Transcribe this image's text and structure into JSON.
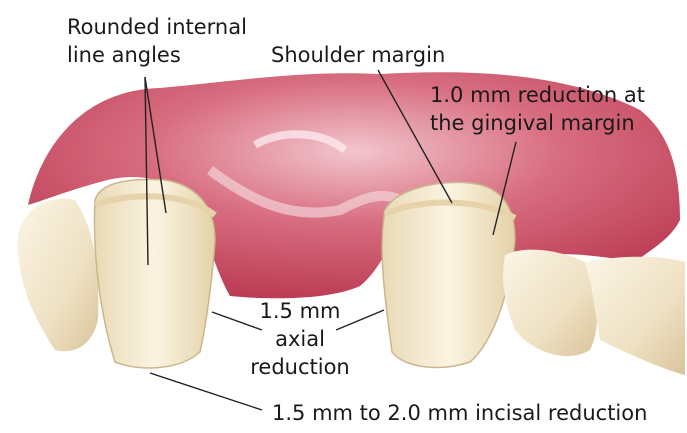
{
  "labels": {
    "rounded_line_1": "Rounded internal",
    "rounded_line_2": "line angles",
    "shoulder": "Shoulder margin",
    "reduction_gingival_1": "1.0 mm reduction at",
    "reduction_gingival_2": "the gingival margin",
    "axial_1": "1.5 mm",
    "axial_2": "axial",
    "axial_3": "reduction",
    "incisal": "1.5 mm to 2.0 mm incisal reduction"
  },
  "colors": {
    "gingiva": "#c94a62",
    "gingiva_light": "#e8a9b3",
    "tooth": "#f1e6cf",
    "tooth_shadow": "#d8c7a2",
    "leader": "#222222",
    "text": "#1a1a1a"
  }
}
